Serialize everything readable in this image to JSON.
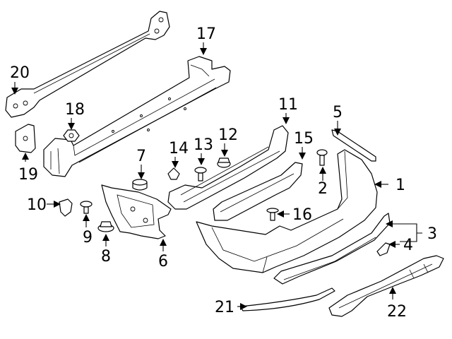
{
  "diagram": {
    "callouts": [
      "1",
      "2",
      "3",
      "4",
      "5",
      "6",
      "7",
      "8",
      "9",
      "10",
      "11",
      "12",
      "13",
      "14",
      "15",
      "16",
      "17",
      "18",
      "19",
      "20",
      "21",
      "22"
    ],
    "colors": {
      "line": "#000000",
      "fill": "#ffffff",
      "background": "#ffffff"
    }
  }
}
